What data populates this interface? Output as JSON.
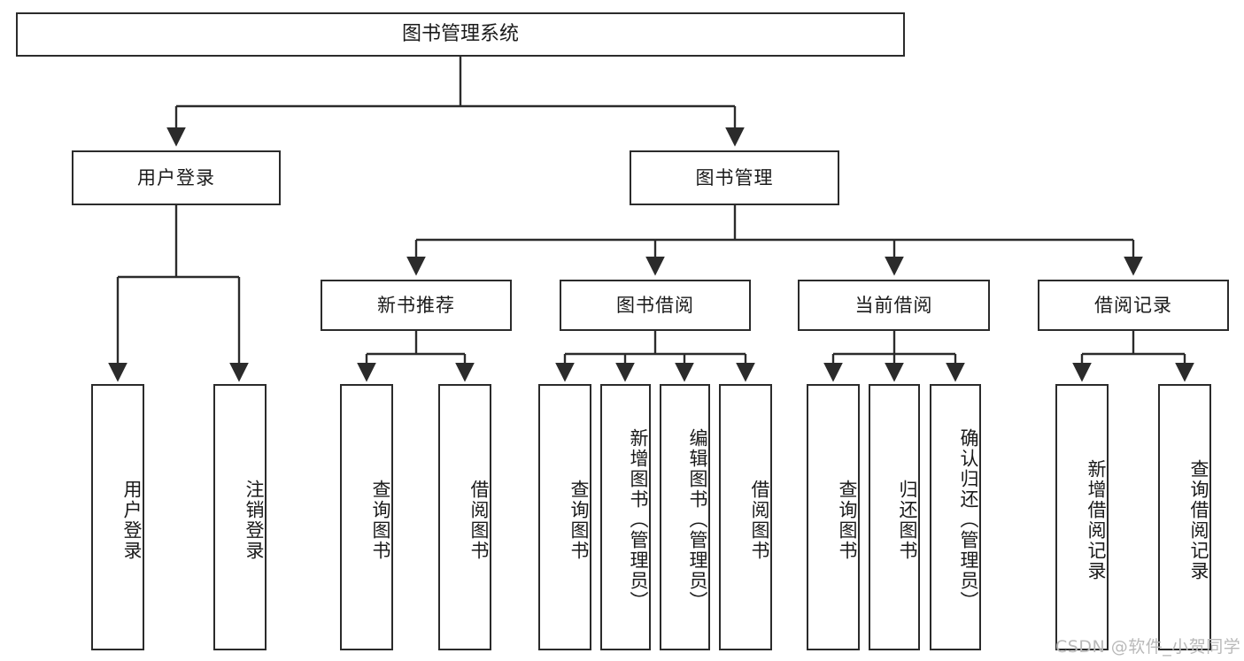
{
  "diagram": {
    "title": "图书管理系统",
    "type": "hierarchy-tree",
    "root": {
      "label": "图书管理系统"
    },
    "level2": [
      {
        "label": "用户登录"
      },
      {
        "label": "图书管理"
      }
    ],
    "level3": [
      {
        "label": "新书推荐"
      },
      {
        "label": "图书借阅"
      },
      {
        "label": "当前借阅"
      },
      {
        "label": "借阅记录"
      }
    ],
    "leaves": {
      "user_login": [
        {
          "label": "用户登录"
        },
        {
          "label": "注销登录"
        }
      ],
      "new_book": [
        {
          "label": "查询图书"
        },
        {
          "label": "借阅图书"
        }
      ],
      "book_borrow": [
        {
          "label": "查询图书"
        },
        {
          "label": "新增图书（管理员）"
        },
        {
          "label": "编辑图书（管理员）"
        },
        {
          "label": "借阅图书"
        }
      ],
      "current_borrow": [
        {
          "label": "查询图书"
        },
        {
          "label": "归还图书"
        },
        {
          "label": "确认归还（管理员）"
        }
      ],
      "borrow_record": [
        {
          "label": "新增借阅记录"
        },
        {
          "label": "查询借阅记录"
        }
      ]
    }
  },
  "watermark": {
    "text": "CSDN @软件_小贺同学"
  },
  "colors": {
    "stroke": "#2b2b2b",
    "fill": "#ffffff",
    "text": "#1a1a1a",
    "watermark": "#b9b9b9"
  }
}
